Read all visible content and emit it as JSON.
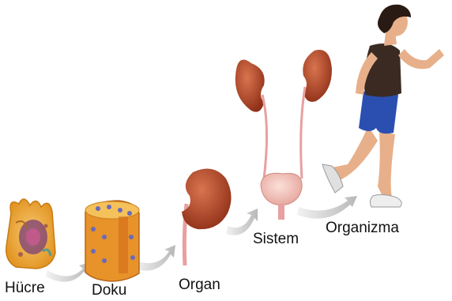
{
  "levels": [
    {
      "id": "cell",
      "label": "Hücre"
    },
    {
      "id": "tissue",
      "label": "Doku"
    },
    {
      "id": "organ",
      "label": "Organ"
    },
    {
      "id": "system",
      "label": "Sistem"
    },
    {
      "id": "organism",
      "label": "Organizma"
    }
  ],
  "colors": {
    "cell": "#f0a830",
    "tissue": "#e8922a",
    "kidney": "#b5462a",
    "bladder": "#f2b9b0",
    "shirt": "#3a2a22",
    "shorts": "#2a4fb0",
    "skin": "#e7b08a",
    "arrow": "#c9c9c9"
  }
}
